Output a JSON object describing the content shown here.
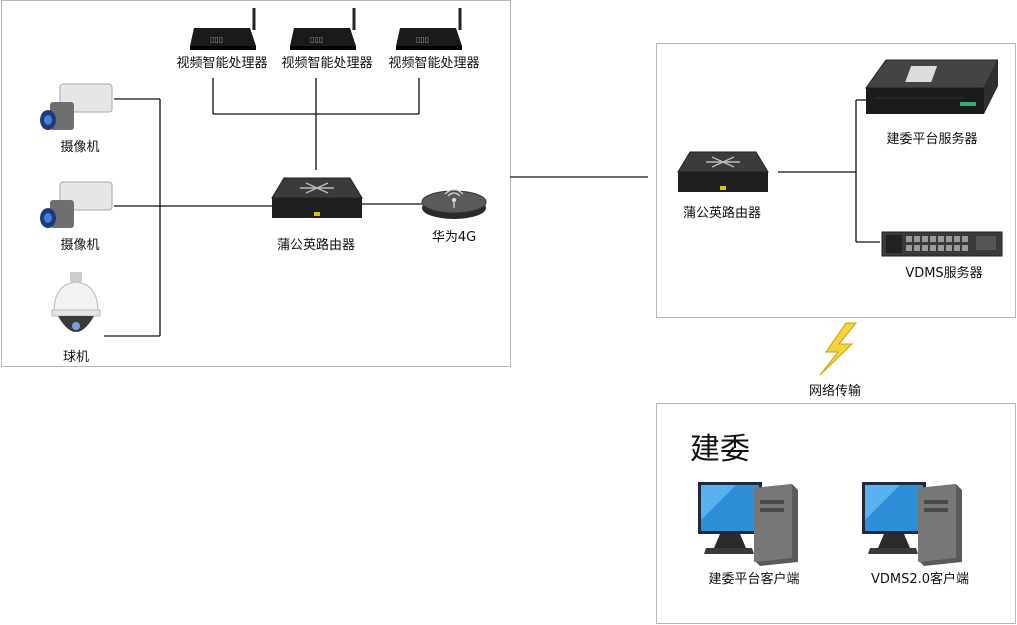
{
  "site": {
    "processor_label": "视频智能处理器",
    "camera_label": "摄像机",
    "dome_label": "球机",
    "router_label": "蒲公英路由器",
    "huawei_label": "华为4G"
  },
  "server_room": {
    "router_label": "蒲公英路由器",
    "platform_server_label": "建委平台服务器",
    "vdms_server_label": "VDMS服务器"
  },
  "network_label": "网络传输",
  "client_room": {
    "title": "建委",
    "platform_client_label": "建委平台客户端",
    "vdms_client_label": "VDMS2.0客户端"
  },
  "device_badge": "ꟿ▯▯"
}
